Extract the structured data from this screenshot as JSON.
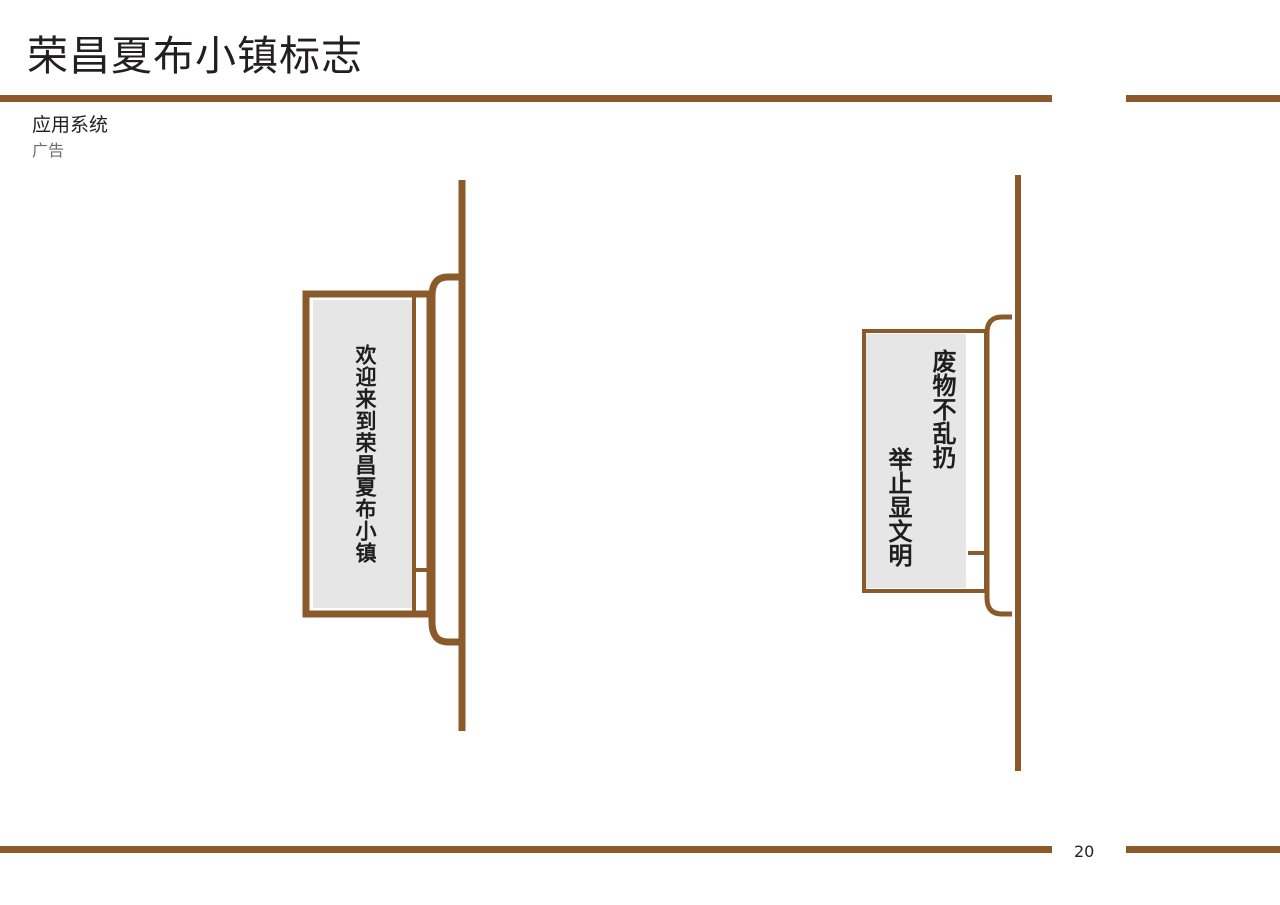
{
  "header": {
    "title": "荣昌夏布小镇标志"
  },
  "section": {
    "title": "应用系统",
    "subtitle": "广告"
  },
  "signs": [
    {
      "lines": [
        "欢迎来到荣昌夏布小镇"
      ]
    },
    {
      "lines": [
        "废物不乱扔",
        "举止显文明"
      ]
    }
  ],
  "footer": {
    "page_number": "20"
  },
  "colors": {
    "accent_brown": "#8a5a2b",
    "panel_gray": "#e6e6e6"
  }
}
